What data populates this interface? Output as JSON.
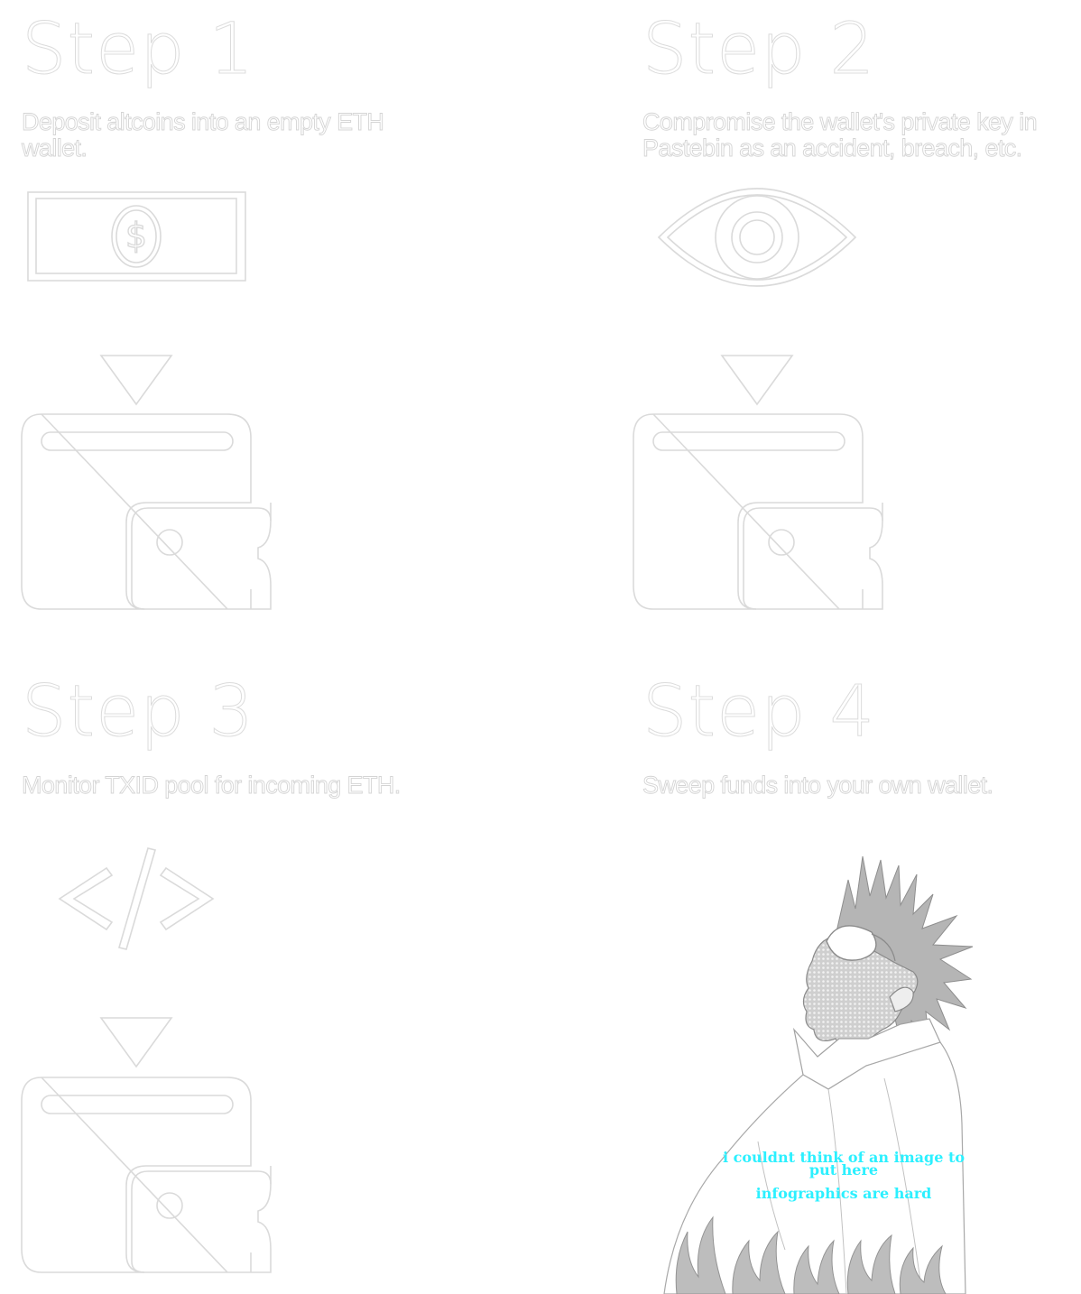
{
  "steps": [
    {
      "title": "Step 1",
      "description": "Deposit altcoins into an empty ETH wallet.",
      "icon": "dollar-bill-icon"
    },
    {
      "title": "Step 2",
      "description": "Compromise the wallet's private key in Pastebin as an accident, breach, etc.",
      "icon": "eye-icon"
    },
    {
      "title": "Step 3",
      "description": "Monitor TXID pool for incoming ETH.",
      "icon": "code-icon"
    },
    {
      "title": "Step 4",
      "description": "Sweep funds into your own wallet.",
      "icon": "man-illustration"
    }
  ],
  "illustration": {
    "caption_line_1": "i couldnt think of an image to put here",
    "caption_line_2": "infographics are hard",
    "caption_color": "#2cf0ff"
  },
  "colors": {
    "background": "#ffffff",
    "outline": "#dadada"
  }
}
